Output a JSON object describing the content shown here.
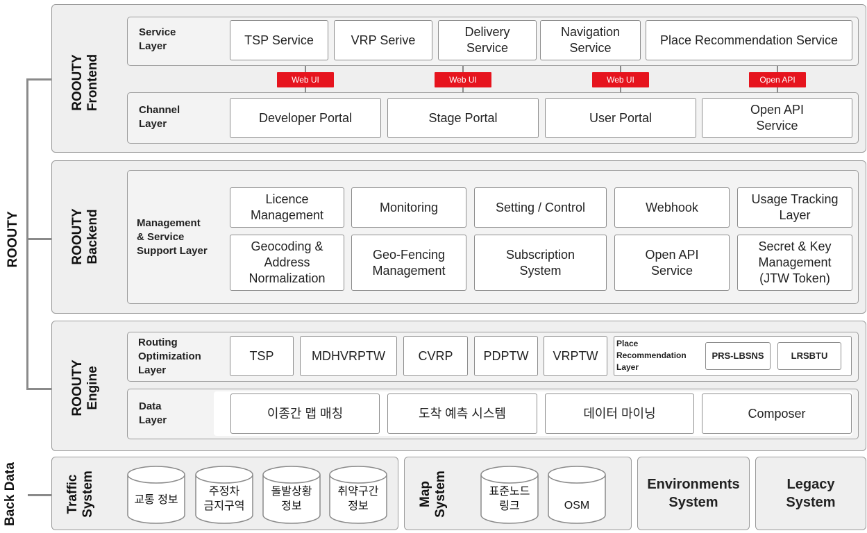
{
  "root_label": "ROOUTY",
  "back_data_label": "Back Data",
  "frontend": {
    "title": "ROOUTY\nFrontend",
    "service_layer": {
      "label": "Service\nLayer",
      "items": [
        "TSP Service",
        "VRP Serive",
        "Delivery\nService",
        "Navigation\nService",
        "Place Recommendation Service"
      ]
    },
    "badges": [
      "Web UI",
      "Web UI",
      "Web UI",
      "Open API"
    ],
    "channel_layer": {
      "label": "Channel\nLayer",
      "items": [
        "Developer Portal",
        "Stage Portal",
        "User Portal",
        "Open API\nService"
      ]
    }
  },
  "backend": {
    "title": "ROOUTY\nBackend",
    "layer_label": "Management\n& Service\nSupport Layer",
    "row1": [
      "Licence\nManagement",
      "Monitoring",
      "Setting / Control",
      "Webhook",
      "Usage Tracking\nLayer"
    ],
    "row2": [
      "Geocoding &\nAddress\nNormalization",
      "Geo-Fencing\nManagement",
      "Subscription\nSystem",
      "Open API\nService",
      "Secret & Key\nManagement\n(JTW Token)"
    ]
  },
  "engine": {
    "title": "ROOUTY\nEngine",
    "routing_layer": {
      "label": "Routing\nOptimization\nLayer",
      "items": [
        "TSP",
        "MDHVRPTW",
        "CVRP",
        "PDPTW",
        "VRPTW"
      ]
    },
    "place_layer": {
      "label": "Place\nRecommendation\nLayer",
      "items": [
        "PRS-LBSNS",
        "LRSBTU"
      ]
    },
    "data_layer": {
      "label": "Data\nLayer",
      "items": [
        "이종간 맵 매칭",
        "도착 예측 시스템",
        "데이터 마이닝",
        "Composer"
      ]
    }
  },
  "back": {
    "traffic": {
      "title": "Traffic\nSystem",
      "items": [
        "교통 정보",
        "주정차\n금지구역",
        "돌발상황\n정보",
        "취약구간\n정보"
      ]
    },
    "map": {
      "title": "Map\nSystem",
      "items": [
        "표준노드\n링크",
        "OSM"
      ]
    },
    "environments": "Environments\nSystem",
    "legacy": "Legacy\nSystem"
  },
  "colors": {
    "badge": "#e6141e",
    "panel": "#efefef",
    "border": "#9a9a9a"
  }
}
